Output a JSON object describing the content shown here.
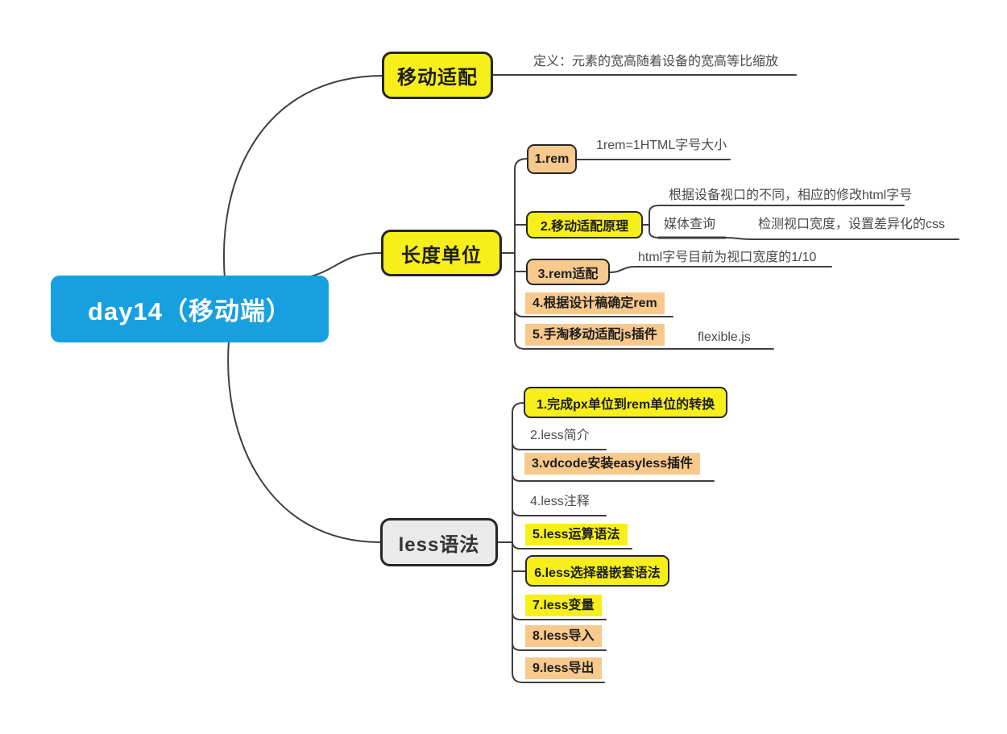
{
  "colors": {
    "root_bg": "#189fe0",
    "root_text": "#ffffff",
    "yellow_node": "#f6ef19",
    "orange_node": "#f8c98c",
    "gray_node": "#eaeaea",
    "node_border": "#262626",
    "branch_line": "#3f3f3f",
    "plain_text": "#4a4a4a"
  },
  "map": {
    "root": {
      "label": "day14（移动端）"
    },
    "branches": [
      {
        "label": "移动适配",
        "children": [
          {
            "label": "定义：元素的宽高随着设备的宽高等比缩放"
          }
        ]
      },
      {
        "label": "长度单位",
        "children": [
          {
            "label": "1.rem",
            "children": [
              {
                "label": "1rem=1HTML字号大小"
              }
            ]
          },
          {
            "label": "2.移动适配原理",
            "children": [
              {
                "label": "根据设备视口的不同，相应的修改html字号"
              },
              {
                "label": "媒体查询",
                "children": [
                  {
                    "label": "检测视口宽度，设置差异化的css"
                  }
                ]
              }
            ]
          },
          {
            "label": "3.rem适配",
            "children": [
              {
                "label": "html字号目前为视口宽度的1/10"
              }
            ]
          },
          {
            "label": "4.根据设计稿确定rem"
          },
          {
            "label": "5.手淘移动适配js插件",
            "children": [
              {
                "label": "flexible.js"
              }
            ]
          }
        ]
      },
      {
        "label": "less语法",
        "children": [
          {
            "label": "1.完成px单位到rem单位的转换"
          },
          {
            "label": "2.less简介"
          },
          {
            "label": "3.vdcode安装easyless插件"
          },
          {
            "label": "4.less注释"
          },
          {
            "label": "5.less运算语法"
          },
          {
            "label": "6.less选择器嵌套语法"
          },
          {
            "label": "7.less变量"
          },
          {
            "label": "8.less导入"
          },
          {
            "label": "9.less导出"
          }
        ]
      }
    ]
  }
}
